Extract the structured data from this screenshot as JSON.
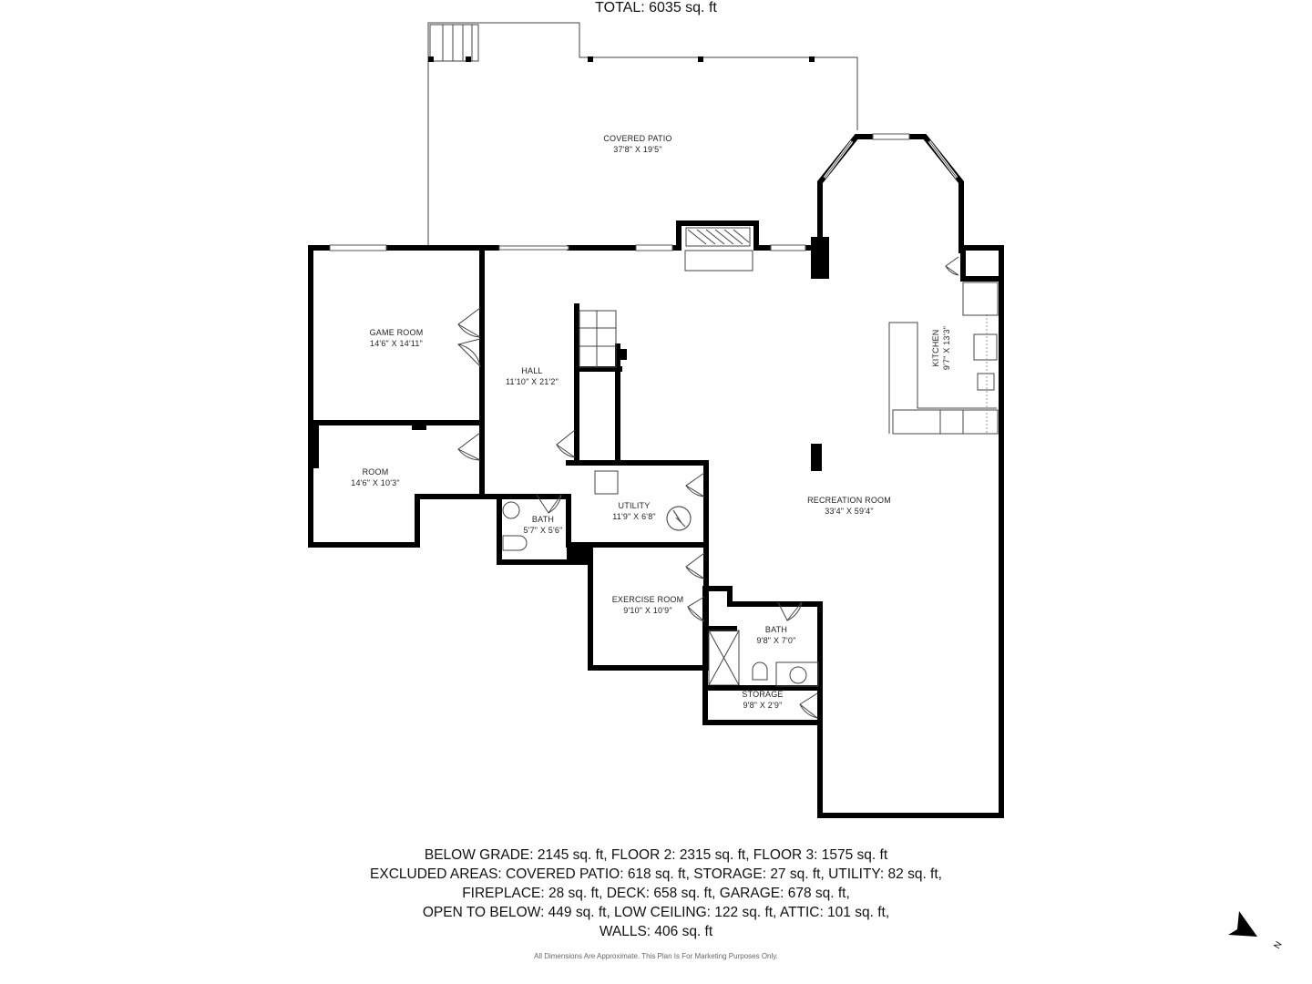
{
  "plan": {
    "rooms": [
      {
        "id": "covered-patio",
        "name": "COVERED PATIO",
        "dims": "37'8\" X 19'5\""
      },
      {
        "id": "game-room",
        "name": "GAME ROOM",
        "dims": "14'6\" X 14'11\""
      },
      {
        "id": "hall",
        "name": "HALL",
        "dims": "11'10\" X 21'2\""
      },
      {
        "id": "room",
        "name": "ROOM",
        "dims": "14'6\" X 10'3\""
      },
      {
        "id": "bath-1",
        "name": "BATH",
        "dims": "5'7\" X 5'6\""
      },
      {
        "id": "utility",
        "name": "UTILITY",
        "dims": "11'9\" X 6'8\""
      },
      {
        "id": "exercise-room",
        "name": "EXERCISE ROOM",
        "dims": "9'10\" X 10'9\""
      },
      {
        "id": "bath-2",
        "name": "BATH",
        "dims": "9'8\" X 7'0\""
      },
      {
        "id": "storage",
        "name": "STORAGE",
        "dims": "9'8\" X 2'9\""
      },
      {
        "id": "recreation-room",
        "name": "RECREATION ROOM",
        "dims": "33'4\" X 59'4\""
      },
      {
        "id": "kitchen",
        "name": "KITCHEN",
        "dims": "9'7\" X 13'3\""
      }
    ]
  },
  "summary": {
    "total": "TOTAL: 6035 sq. ft",
    "lines": [
      "BELOW GRADE: 2145 sq. ft, FLOOR 2: 2315 sq. ft, FLOOR 3: 1575 sq. ft",
      "EXCLUDED AREAS: COVERED PATIO: 618 sq. ft, STORAGE: 27 sq. ft, UTILITY: 82 sq. ft,",
      "FIREPLACE: 28 sq. ft, DECK: 658 sq. ft, GARAGE: 678 sq. ft,",
      "OPEN TO BELOW: 449 sq. ft, LOW CEILING: 122 sq. ft, ATTIC: 101 sq. ft,",
      "WALLS: 406 sq. ft"
    ],
    "disclaimer": "All Dimensions Are Approximate. This Plan Is For Marketing Purposes Only."
  },
  "compass": {
    "label": "N",
    "icon": "north-arrow-icon"
  }
}
